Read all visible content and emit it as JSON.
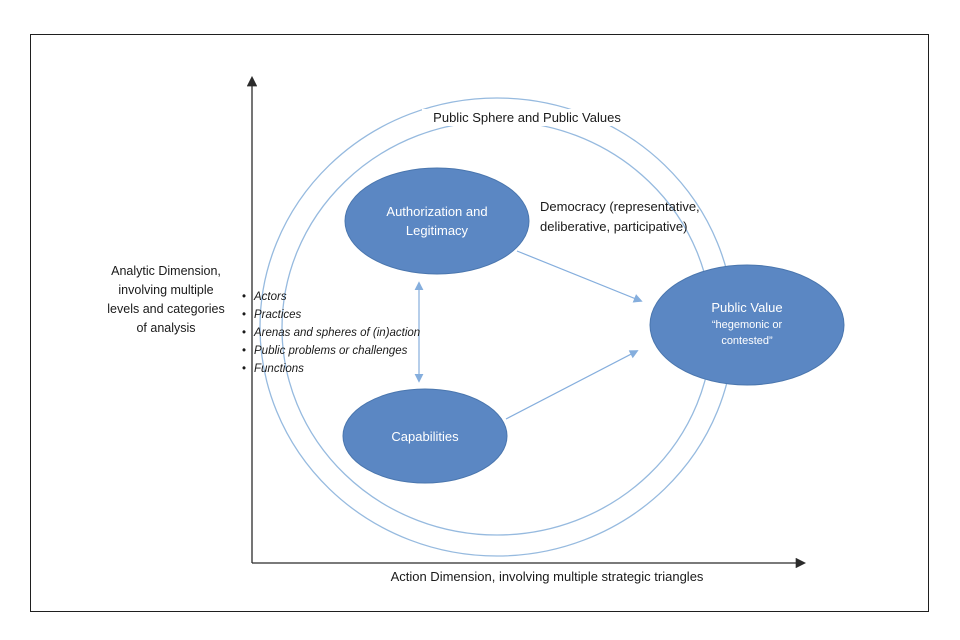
{
  "diagram": {
    "outer_label": "Public Sphere and Public Values",
    "democracy_lines": [
      "Democracy (representative,",
      "deliberative, participative)"
    ],
    "nodes": {
      "authorization_lines": [
        "Authorization and",
        "Legitimacy"
      ],
      "capabilities_label": "Capabilities",
      "public_value_title": "Public Value",
      "public_value_subtitle": "“hegemonic or contested”"
    },
    "bullets": [
      "Actors",
      "Practices",
      "Arenas and spheres of (in)action",
      "Public problems or challenges",
      "Functions"
    ],
    "axes": {
      "y_lines": [
        "Analytic Dimension,",
        "involving multiple",
        "levels and categories",
        "of analysis"
      ],
      "x_label": "Action Dimension, involving multiple strategic triangles"
    },
    "colors": {
      "node_fill": "#5b87c3",
      "node_stroke": "#4a76ae",
      "sphere_outline": "#96badf",
      "arrow_blue": "#85aedd",
      "axis_color": "#2b2b2b"
    }
  }
}
